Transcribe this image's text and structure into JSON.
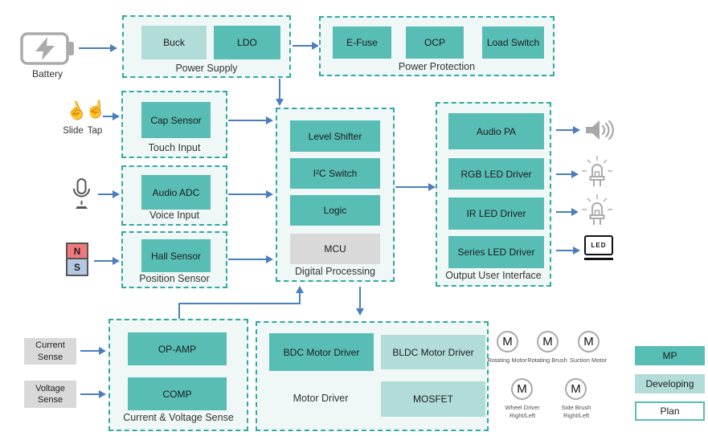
{
  "colors": {
    "mp": "#57BDB5",
    "developing": "#B2DCD8",
    "plan_border": "#57BDB5",
    "container_border": "#2EA9A4",
    "container_bg": "#EFF8F7",
    "gray": "#D9D9D9",
    "arrow": "#4A7EBE",
    "magnet_n": "#F0797D",
    "magnet_s": "#B3C9E3"
  },
  "inputs": {
    "battery_label": "Battery",
    "slide_label": "Slide",
    "tap_label": "Tap",
    "magnet_n": "N",
    "magnet_s": "S",
    "current_sense_label": "Current Sense",
    "voltage_sense_label": "Voltage Sense"
  },
  "groups": {
    "power_supply": {
      "label": "Power Supply",
      "chips": [
        {
          "label": "Buck",
          "status": "developing"
        },
        {
          "label": "LDO",
          "status": "mp"
        }
      ]
    },
    "power_protection": {
      "label": "Power Protection",
      "chips": [
        {
          "label": "E-Fuse",
          "status": "mp"
        },
        {
          "label": "OCP",
          "status": "mp"
        },
        {
          "label": "Load Switch",
          "status": "mp"
        }
      ]
    },
    "touch_input": {
      "label": "Touch Input",
      "chips": [
        {
          "label": "Cap Sensor",
          "status": "mp"
        }
      ]
    },
    "voice_input": {
      "label": "Voice Input",
      "chips": [
        {
          "label": "Audio ADC",
          "status": "mp"
        }
      ]
    },
    "position_sensor": {
      "label": "Position Sensor",
      "chips": [
        {
          "label": "Hall Sensor",
          "status": "mp"
        }
      ]
    },
    "digital_processing": {
      "label": "Digital Processing",
      "chips": [
        {
          "label": "Level Shifter",
          "status": "mp"
        },
        {
          "label": "I²C Switch",
          "status": "mp"
        },
        {
          "label": "Logic",
          "status": "mp"
        },
        {
          "label": "MCU",
          "status": "gray"
        }
      ]
    },
    "output_user_interface": {
      "label": "Output User Interface",
      "chips": [
        {
          "label": "Audio PA",
          "status": "mp"
        },
        {
          "label": "RGB LED Driver",
          "status": "mp"
        },
        {
          "label": "IR LED Driver",
          "status": "mp"
        },
        {
          "label": "Series LED Driver",
          "status": "mp"
        }
      ]
    },
    "current_voltage_sense": {
      "label": "Current & Voltage Sense",
      "chips": [
        {
          "label": "OP-AMP",
          "status": "mp"
        },
        {
          "label": "COMP",
          "status": "mp"
        }
      ]
    },
    "motor_driver": {
      "label": "Motor Driver",
      "chips": [
        {
          "label": "BDC Motor Driver",
          "status": "mp"
        },
        {
          "label": "BLDC Motor Driver",
          "status": "developing"
        },
        {
          "label": "MOSFET",
          "status": "developing"
        }
      ]
    }
  },
  "output_icons": {
    "led_display_text": "LED"
  },
  "motor_symbol": "M",
  "motors": [
    {
      "label": "Rotating Motor"
    },
    {
      "label": "Rotating Brush"
    },
    {
      "label": "Suction Motor"
    },
    {
      "label": "Wheel Driver Right/Left"
    },
    {
      "label": "Side Brush Right/Left"
    }
  ],
  "legend": [
    {
      "label": "MP",
      "status": "mp"
    },
    {
      "label": "Developing",
      "status": "developing"
    },
    {
      "label": "Plan",
      "status": "plan"
    }
  ]
}
